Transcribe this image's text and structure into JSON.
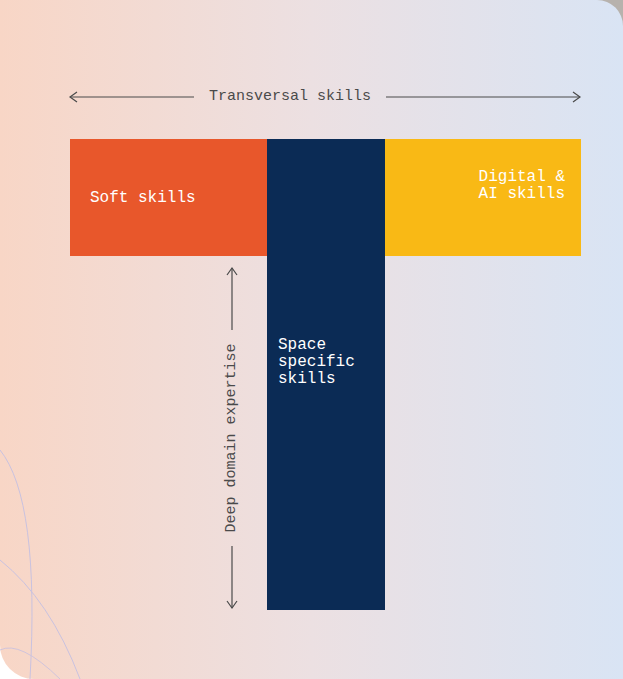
{
  "diagram": {
    "nodes": [
      {
        "text": [
          "Soft skills"
        ]
      },
      {
        "text": [
          "Space specific skills"
        ]
      },
      {
        "text": [
          "Digital & AI skills"
        ]
      }
    ],
    "labels": [
      "Transversal skills",
      "Deep domain expertise"
    ]
  }
}
